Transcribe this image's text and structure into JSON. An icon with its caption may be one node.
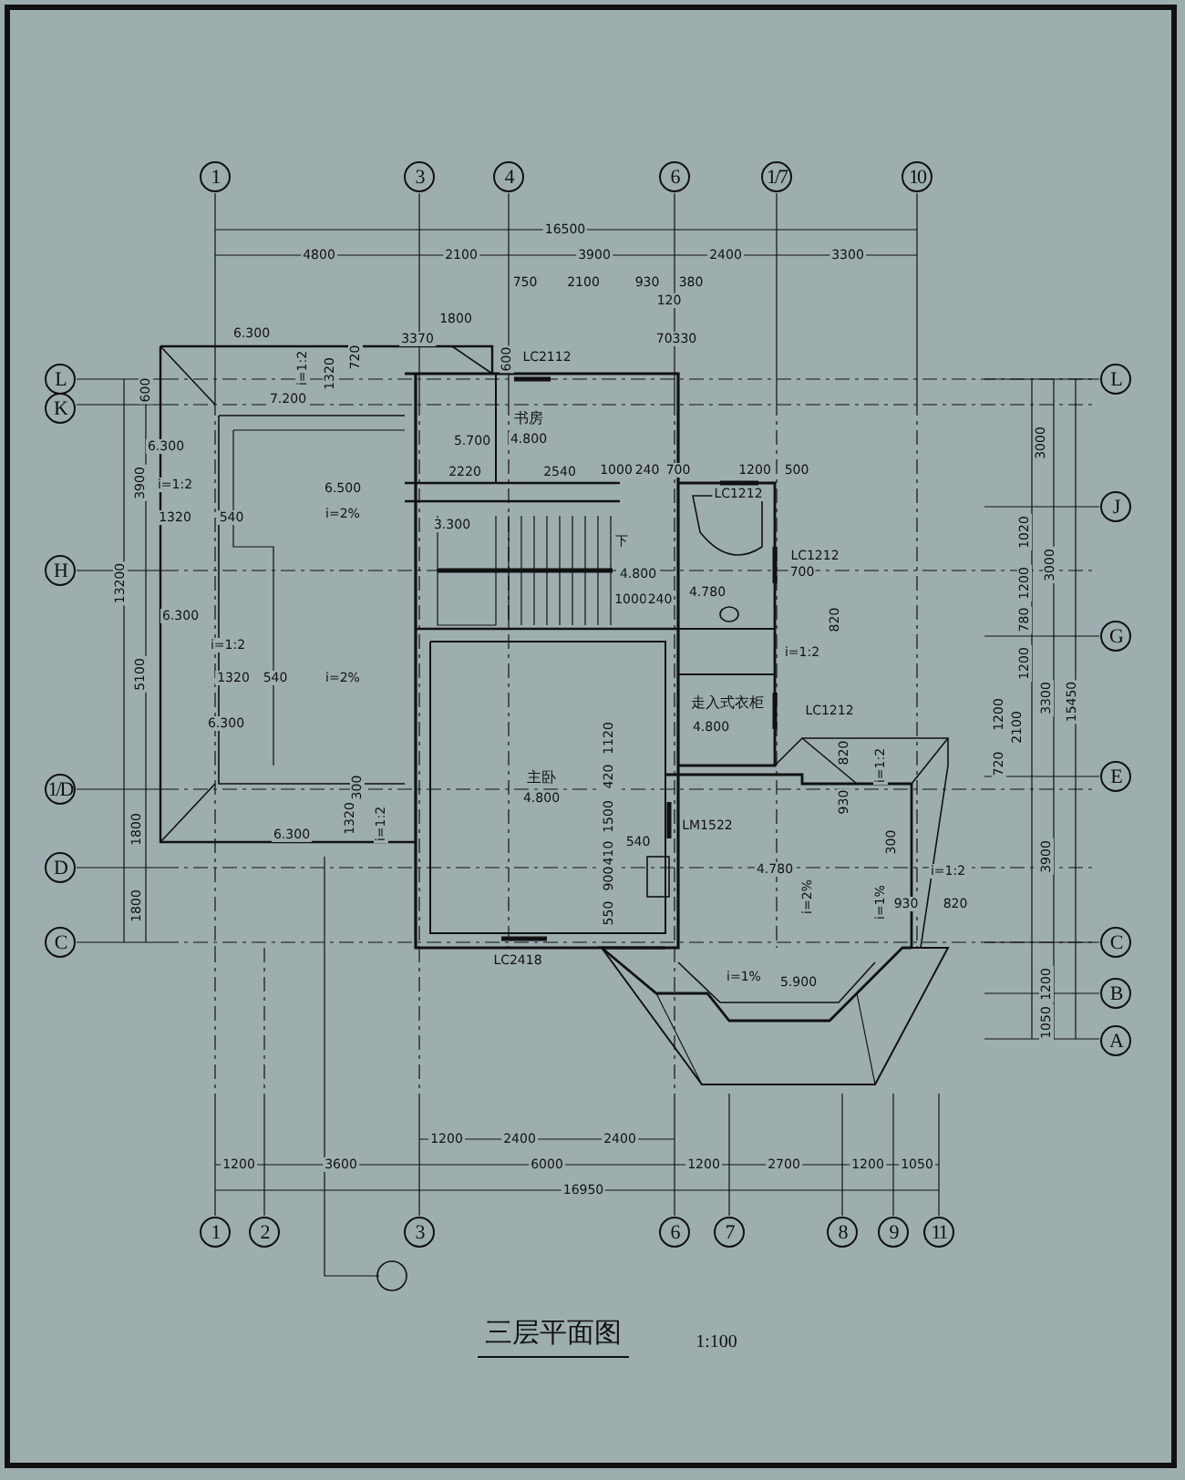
{
  "diagram": {
    "title": "三层平面图",
    "labels": [
      "1",
      "3",
      "4",
      "6",
      "1/7",
      "10",
      "16500",
      "4800",
      "2100",
      "3900",
      "2400",
      "3300",
      "750",
      "2100",
      "930",
      "380",
      "120",
      "1800",
      "6.300",
      "3370",
      "70330",
      "600",
      "LC2112",
      "1320",
      "720",
      "i=1:2",
      "L",
      "L",
      "K",
      "600",
      "7.200",
      "书房",
      "5.700",
      "4.800",
      "3000",
      "6.300",
      "2220",
      "2540",
      "1000",
      "240",
      "700",
      "1200",
      "500",
      "3900",
      "i=1:2",
      "6.500",
      "LC1212",
      "J",
      "1320",
      "540",
      "i=2%",
      "3.300",
      "下",
      "1020",
      "LC1212",
      "3000",
      "H",
      "4.800",
      "700",
      "13200",
      "1200",
      "4.780",
      "1000",
      "240",
      "820",
      "780",
      "6.300",
      "G",
      "5100",
      "i=1:2",
      "i=1:2",
      "1200",
      "1320",
      "540",
      "i=2%",
      "走入式衣柜",
      "3300",
      "15450",
      "LC1212",
      "4.800",
      "1200",
      "2100",
      "6.300",
      "720",
      "820",
      "i=1:2",
      "E",
      "1/D",
      "300",
      "930",
      "1800",
      "1320",
      "i=1:2",
      "6.300",
      "LM1522",
      "300",
      "540",
      "D",
      "4.780",
      "i=2%",
      "3900",
      "i=1:2",
      "i=1%",
      "930",
      "820",
      "1800",
      "主卧",
      "4.800",
      "LC2418",
      "C",
      "C",
      "i=1%",
      "5.900",
      "B",
      "1200",
      "A",
      "1050",
      "1200",
      "2400",
      "2400",
      "1200",
      "3600",
      "6000",
      "1200",
      "2700",
      "1200",
      "1050",
      "16950",
      "1",
      "2",
      "3",
      "6",
      "7",
      "8",
      "9",
      "11",
      "1120",
      "420",
      "1500",
      "410",
      "900",
      "550",
      "1:100"
    ]
  }
}
